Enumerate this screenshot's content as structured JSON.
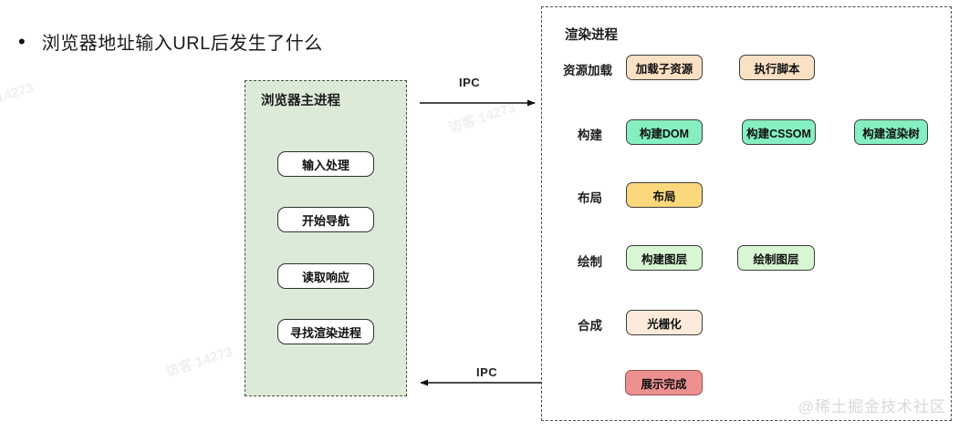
{
  "page": {
    "bullet": "•",
    "title": "浏览器地址输入URL后发生了什么",
    "watermark_text": "访客 14273",
    "credit": "@稀土掘金技术社区"
  },
  "ipc": {
    "top_label": "IPC",
    "bottom_label": "IPC"
  },
  "browser_process": {
    "title": "浏览器主进程",
    "steps": [
      {
        "label": "输入处理"
      },
      {
        "label": "开始导航"
      },
      {
        "label": "读取响应"
      },
      {
        "label": "寻找渲染进程"
      }
    ]
  },
  "render_process": {
    "title": "渲染进程",
    "row_labels": [
      "资源加载",
      "构建",
      "布局",
      "绘制",
      "合成"
    ],
    "nodes": {
      "load_subresources": "加载子资源",
      "execute_script": "执行脚本",
      "build_dom": "构建DOM",
      "build_cssom": "构建CSSOM",
      "build_render_tree": "构建渲染树",
      "layout": "布局",
      "build_layers": "构建图层",
      "paint_layers": "绘制图层",
      "rasterize": "光栅化",
      "display_complete": "展示完成"
    }
  },
  "colors": {
    "container_green": "#dcebd8",
    "node_peach": "#fbe1c4",
    "node_mint": "#85efc0",
    "node_amber": "#fbd87b",
    "node_light_green": "#d8f6d3",
    "node_light_peach": "#fcebdb",
    "node_salmon": "#ec9090"
  }
}
